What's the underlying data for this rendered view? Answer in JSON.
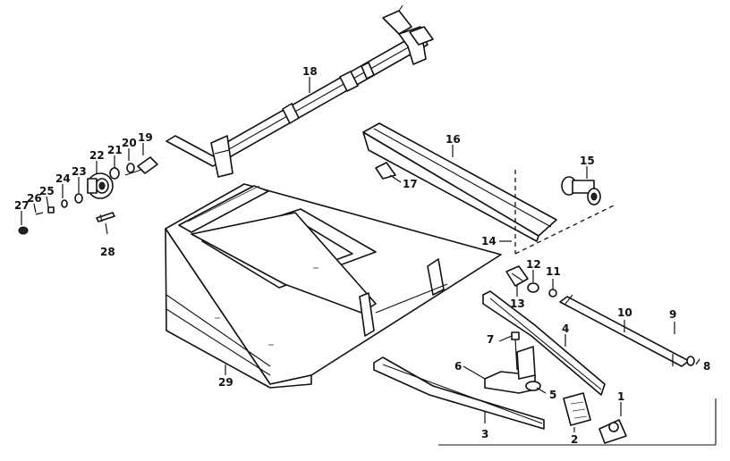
{
  "diagram": {
    "callouts": [
      {
        "id": "c1",
        "text": "1"
      },
      {
        "id": "c2",
        "text": "2"
      },
      {
        "id": "c3",
        "text": "3"
      },
      {
        "id": "c4",
        "text": "4"
      },
      {
        "id": "c5",
        "text": "5"
      },
      {
        "id": "c6",
        "text": "6"
      },
      {
        "id": "c7",
        "text": "7"
      },
      {
        "id": "c8",
        "text": "8"
      },
      {
        "id": "c9",
        "text": "9"
      },
      {
        "id": "c10",
        "text": "10"
      },
      {
        "id": "c11",
        "text": "11"
      },
      {
        "id": "c12",
        "text": "12"
      },
      {
        "id": "c13",
        "text": "13"
      },
      {
        "id": "c14",
        "text": "14"
      },
      {
        "id": "c15",
        "text": "15"
      },
      {
        "id": "c16",
        "text": "16"
      },
      {
        "id": "c17",
        "text": "17"
      },
      {
        "id": "c18",
        "text": "18"
      },
      {
        "id": "c19",
        "text": "19"
      },
      {
        "id": "c20",
        "text": "20"
      },
      {
        "id": "c21",
        "text": "21"
      },
      {
        "id": "c22",
        "text": "22"
      },
      {
        "id": "c23",
        "text": "23"
      },
      {
        "id": "c24",
        "text": "24"
      },
      {
        "id": "c25",
        "text": "25"
      },
      {
        "id": "c26",
        "text": "26"
      },
      {
        "id": "c27",
        "text": "27"
      },
      {
        "id": "c28",
        "text": "28"
      },
      {
        "id": "c29",
        "text": "29"
      }
    ]
  }
}
